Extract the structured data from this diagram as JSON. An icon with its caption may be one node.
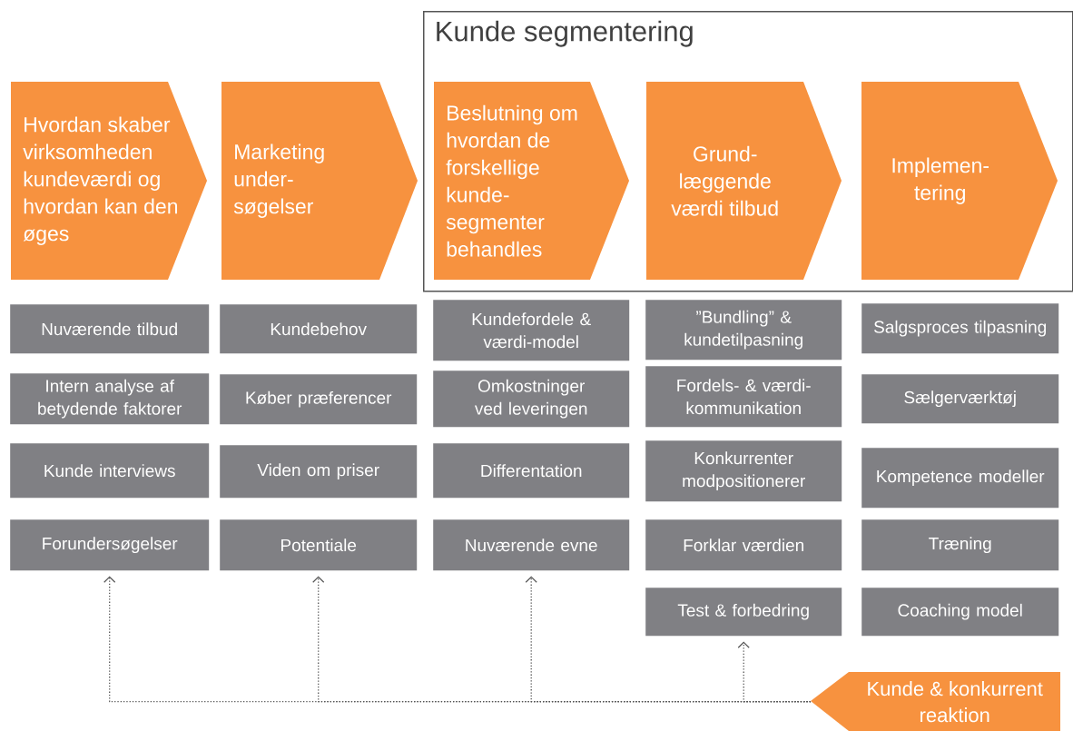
{
  "diagram": {
    "nodes": [
      {
        "text": [
          "Hvordan skaber virksomheden kundeværdi og hvordan kan den øges"
        ]
      },
      {
        "text": [
          "Marketing under-søgelser"
        ]
      },
      {
        "text": [
          "Kunde segmentering"
        ]
      },
      {
        "text": [
          "Beslutning om hvordan de forskellige kunde-segmenter behandles"
        ],
        "in": 2
      },
      {
        "text": [
          "Grund-læggende værdi tilbud"
        ],
        "in": 2
      },
      {
        "text": [
          "Implemen-tering"
        ],
        "in": 2
      },
      {
        "text": [
          "Nuværende tilbud"
        ]
      },
      {
        "text": [
          "Intern analyse af betydende faktorer"
        ]
      },
      {
        "text": [
          "Kunde interviews"
        ]
      },
      {
        "text": [
          "Forundersøgelser"
        ]
      },
      {
        "text": [
          "Kundebehov"
        ]
      },
      {
        "text": [
          "Køber præferencer"
        ]
      },
      {
        "text": [
          "Viden om priser"
        ]
      },
      {
        "text": [
          "Potentiale"
        ]
      },
      {
        "text": [
          "Kundefordele & værdi-model"
        ]
      },
      {
        "text": [
          "Omkostninger ved leveringen"
        ]
      },
      {
        "text": [
          "Differentation"
        ]
      },
      {
        "text": [
          "Nuværende evne"
        ]
      },
      {
        "text": [
          "”Bundling” & kundetilpasning"
        ]
      },
      {
        "text": [
          "Fordels- & værdi-kommunikation"
        ]
      },
      {
        "text": [
          "Konkurrenter modpositionerer"
        ]
      },
      {
        "text": [
          "Forklar værdien"
        ]
      },
      {
        "text": [
          "Test & forbedring"
        ]
      },
      {
        "text": [
          "Salgsproces tilpasning"
        ]
      },
      {
        "text": [
          "Sælgerværktøj"
        ]
      },
      {
        "text": [
          "Kompetence modeller"
        ]
      },
      {
        "text": [
          "Træning"
        ]
      },
      {
        "text": [
          "Coaching model"
        ]
      },
      {
        "text": [
          "Kunde & konkurrent reaktion"
        ]
      }
    ],
    "edges": [
      {
        "from": 28,
        "to": 9,
        "arrow": "to",
        "style": "dashed"
      },
      {
        "from": 28,
        "to": 13,
        "arrow": "to",
        "style": "dashed"
      },
      {
        "from": 28,
        "to": 17,
        "arrow": "to",
        "style": "dashed"
      },
      {
        "from": 28,
        "to": 22,
        "arrow": "to",
        "style": "dashed"
      }
    ]
  }
}
